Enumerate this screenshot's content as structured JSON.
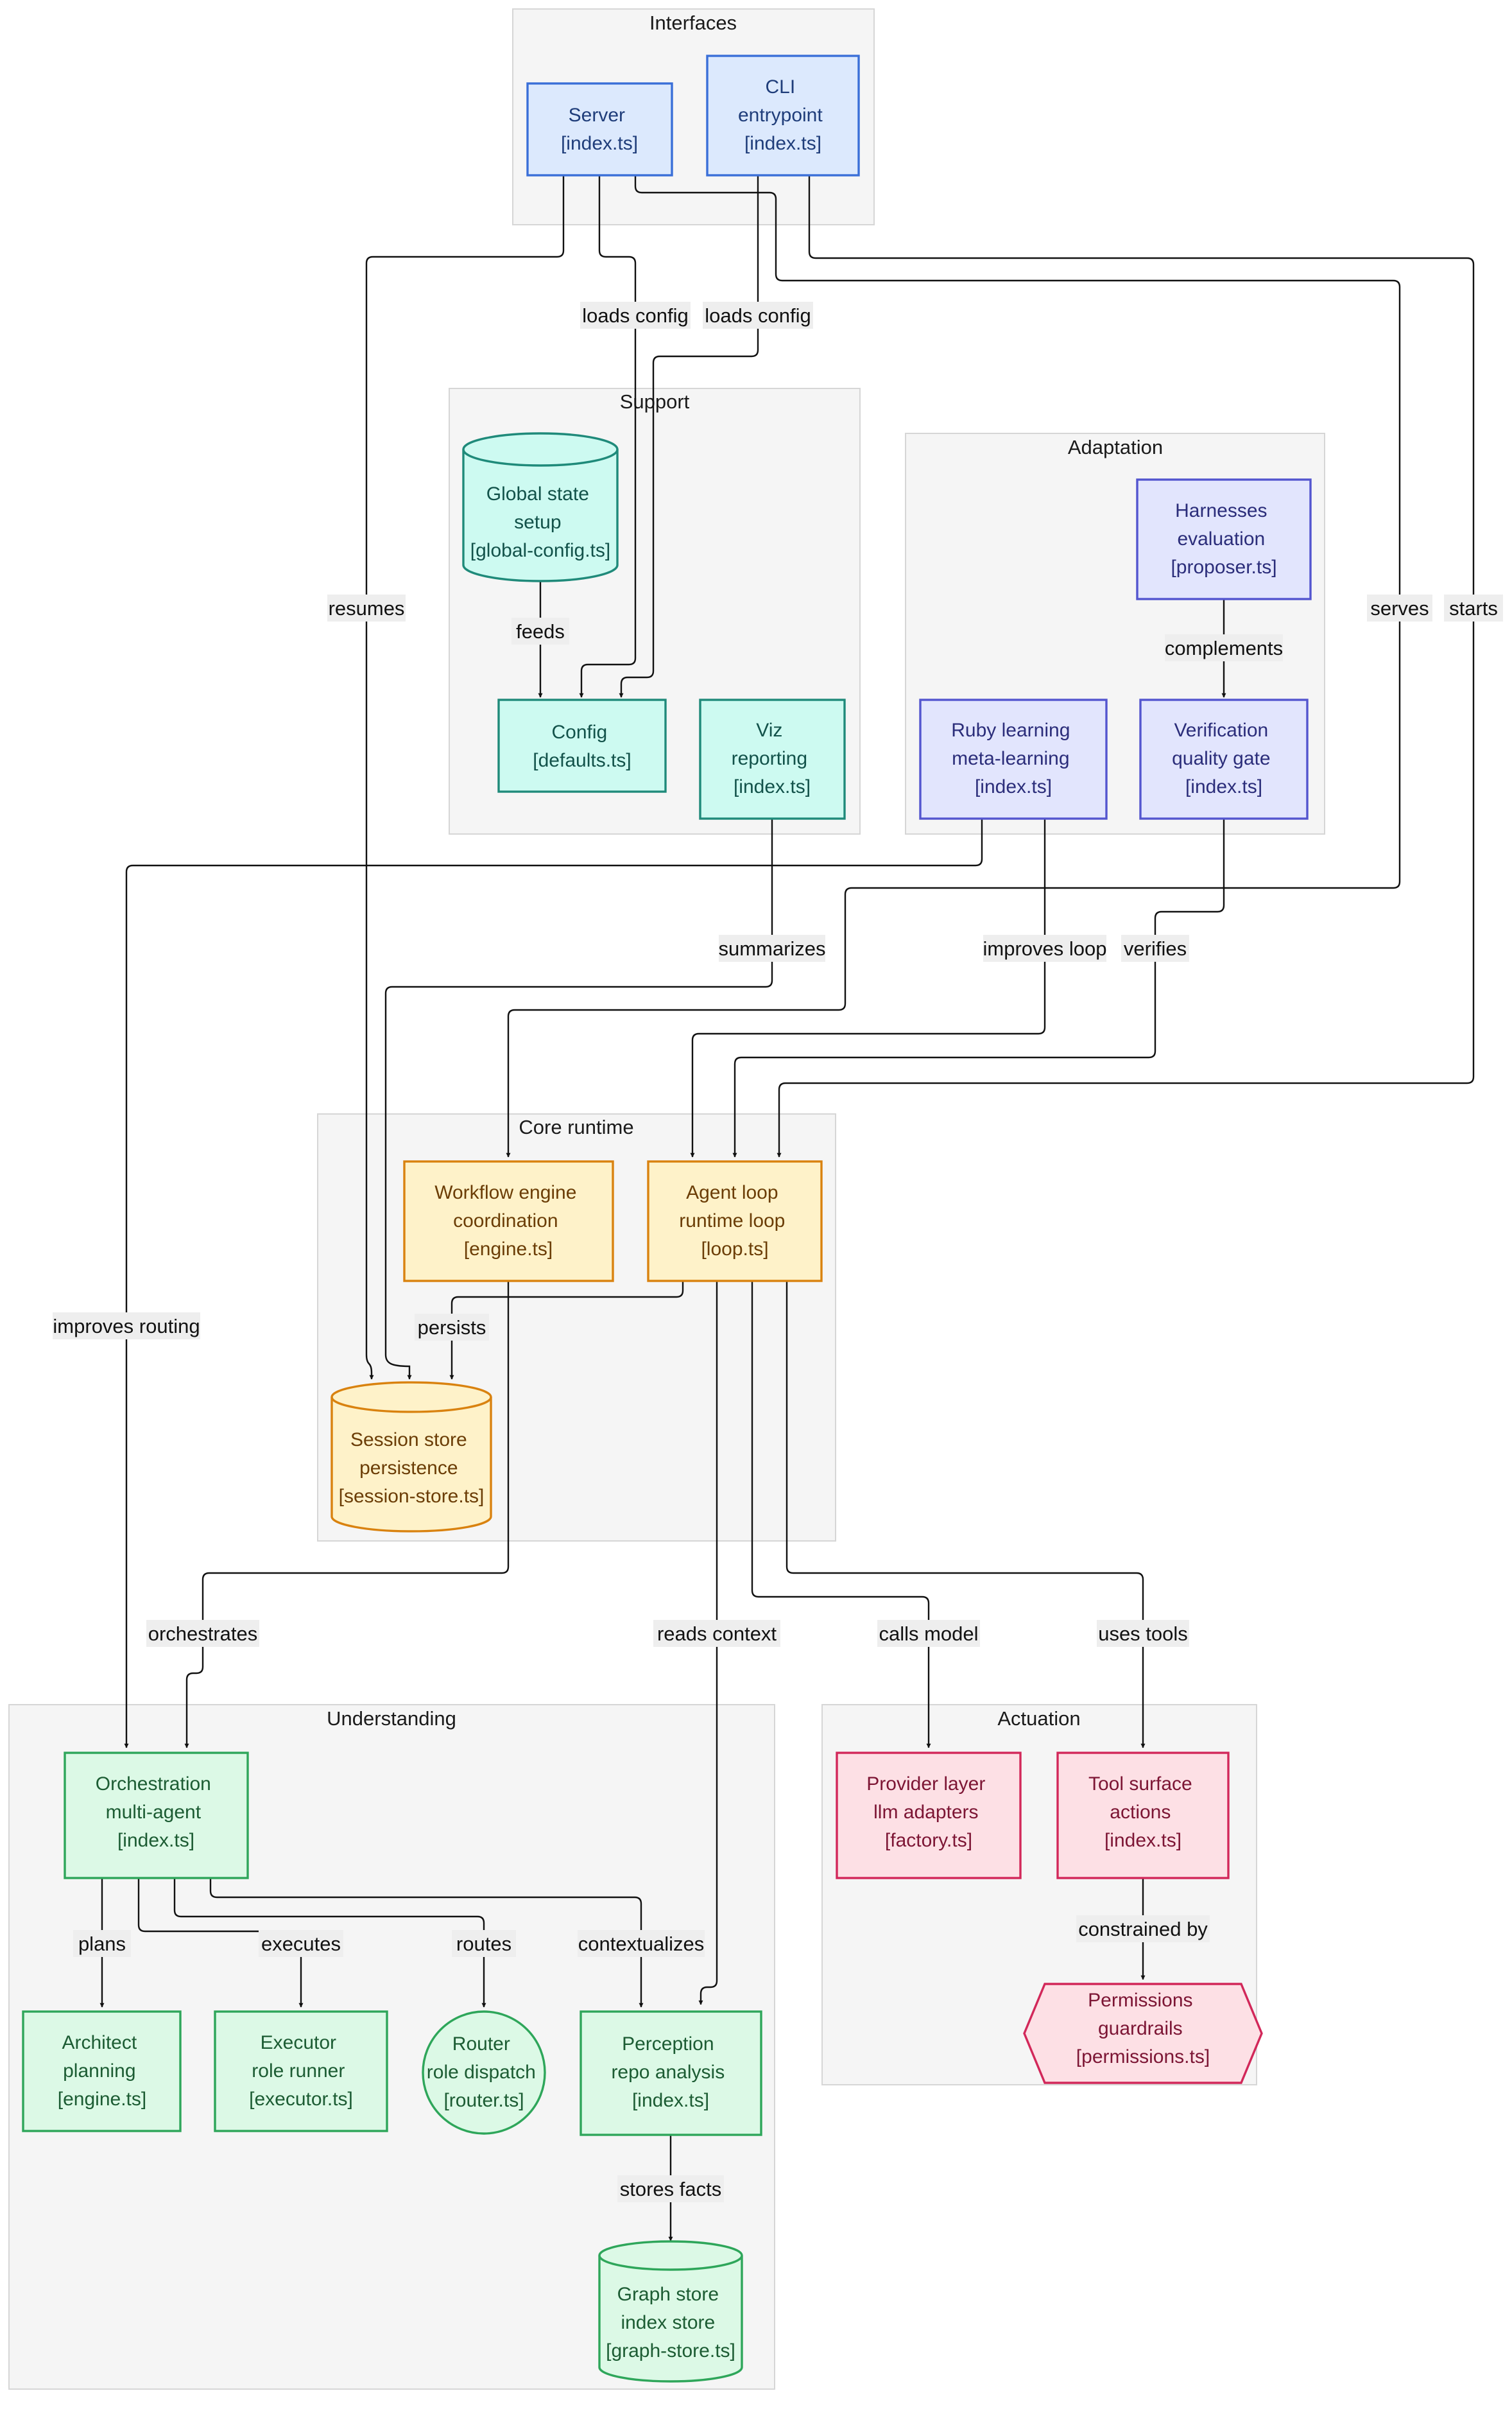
{
  "clusters": {
    "interfaces": {
      "title": "Interfaces"
    },
    "support": {
      "title": "Support"
    },
    "adaptation": {
      "title": "Adaptation"
    },
    "core": {
      "title": "Core runtime"
    },
    "understanding": {
      "title": "Understanding"
    },
    "actuation": {
      "title": "Actuation"
    }
  },
  "palette": {
    "blue": {
      "fill": "#dce9fd",
      "stroke": "#3a6fd8",
      "text": "#1f3d7a"
    },
    "teal": {
      "fill": "#cdfaf1",
      "stroke": "#1f8a7a",
      "text": "#12524a"
    },
    "purple": {
      "fill": "#e2e5fd",
      "stroke": "#5355cf",
      "text": "#2b2d7a"
    },
    "orange": {
      "fill": "#fef2c9",
      "stroke": "#d9820f",
      "text": "#6b3d06"
    },
    "green": {
      "fill": "#dcf9e6",
      "stroke": "#2ea65a",
      "text": "#1c5c33"
    },
    "red": {
      "fill": "#fde0e5",
      "stroke": "#d2285a",
      "text": "#7c1534"
    }
  },
  "nodes": {
    "server": {
      "lines": [
        "Server",
        "[index.ts]"
      ]
    },
    "cli": {
      "lines": [
        "CLI",
        "entrypoint",
        "[index.ts]"
      ]
    },
    "global_state": {
      "lines": [
        "Global state",
        "setup",
        "[global-config.ts]"
      ]
    },
    "config": {
      "lines": [
        "Config",
        "[defaults.ts]"
      ]
    },
    "viz": {
      "lines": [
        "Viz",
        "reporting",
        "[index.ts]"
      ]
    },
    "harnesses": {
      "lines": [
        "Harnesses",
        "evaluation",
        "[proposer.ts]"
      ]
    },
    "ruby": {
      "lines": [
        "Ruby learning",
        "meta-learning",
        "[index.ts]"
      ]
    },
    "verification": {
      "lines": [
        "Verification",
        "quality gate",
        "[index.ts]"
      ]
    },
    "workflow": {
      "lines": [
        "Workflow engine",
        "coordination",
        "[engine.ts]"
      ]
    },
    "agent_loop": {
      "lines": [
        "Agent loop",
        "runtime loop",
        "[loop.ts]"
      ]
    },
    "session_store": {
      "lines": [
        "Session store",
        "persistence",
        "[session-store.ts]"
      ]
    },
    "orchestration": {
      "lines": [
        "Orchestration",
        "multi-agent",
        "[index.ts]"
      ]
    },
    "architect": {
      "lines": [
        "Architect",
        "planning",
        "[engine.ts]"
      ]
    },
    "executor": {
      "lines": [
        "Executor",
        "role runner",
        "[executor.ts]"
      ]
    },
    "router": {
      "lines": [
        "Router",
        "role dispatch",
        "[router.ts]"
      ]
    },
    "perception": {
      "lines": [
        "Perception",
        "repo analysis",
        "[index.ts]"
      ]
    },
    "graph_store": {
      "lines": [
        "Graph store",
        "index store",
        "[graph-store.ts]"
      ]
    },
    "provider": {
      "lines": [
        "Provider layer",
        "llm adapters",
        "[factory.ts]"
      ]
    },
    "tool_surface": {
      "lines": [
        "Tool surface",
        "actions",
        "[index.ts]"
      ]
    },
    "permissions": {
      "lines": [
        "Permissions",
        "guardrails",
        "[permissions.ts]"
      ]
    }
  },
  "edges": {
    "resumes": {
      "label": "resumes"
    },
    "server_config": {
      "label": "loads config"
    },
    "cli_config": {
      "label": "loads config"
    },
    "serves": {
      "label": "serves"
    },
    "starts": {
      "label": "starts"
    },
    "feeds": {
      "label": "feeds"
    },
    "complements": {
      "label": "complements"
    },
    "summarizes": {
      "label": "summarizes"
    },
    "improves_loop": {
      "label": "improves loop"
    },
    "verifies": {
      "label": "verifies"
    },
    "improves_routing": {
      "label": "improves routing"
    },
    "persists": {
      "label": "persists"
    },
    "orchestrates": {
      "label": "orchestrates"
    },
    "reads_context": {
      "label": "reads context"
    },
    "calls_model": {
      "label": "calls model"
    },
    "uses_tools": {
      "label": "uses tools"
    },
    "plans": {
      "label": "plans"
    },
    "executes": {
      "label": "executes"
    },
    "routes": {
      "label": "routes"
    },
    "contextualizes": {
      "label": "contextualizes"
    },
    "stores_facts": {
      "label": "stores facts"
    },
    "constrained_by": {
      "label": "constrained by"
    }
  }
}
